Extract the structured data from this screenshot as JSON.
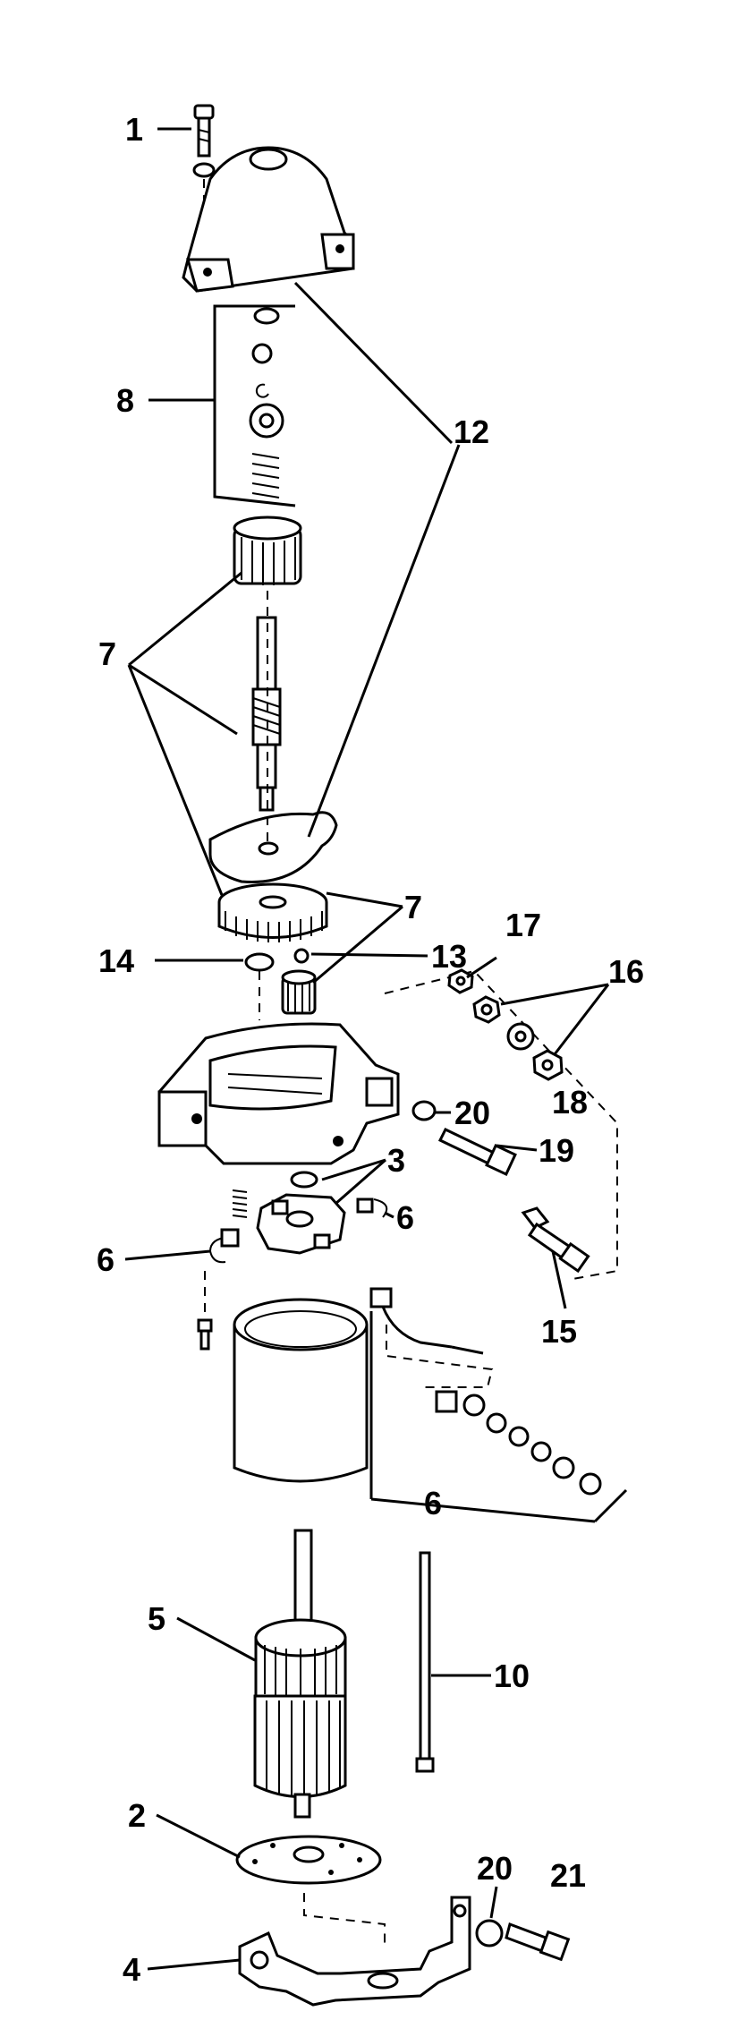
{
  "callouts": {
    "c1": "1",
    "c8": "8",
    "c12": "12",
    "c7a": "7",
    "c7b": "7",
    "c14": "14",
    "c13": "13",
    "c17": "17",
    "c16": "16",
    "c18": "18",
    "c20a": "20",
    "c19": "19",
    "c3": "3",
    "c6a": "6",
    "c6b": "6",
    "c15": "15",
    "c6c": "6",
    "c5": "5",
    "c10": "10",
    "c2": "2",
    "c20b": "20",
    "c21": "21",
    "c4": "4"
  },
  "colors": {
    "ink": "#000000",
    "paper": "#ffffff"
  }
}
